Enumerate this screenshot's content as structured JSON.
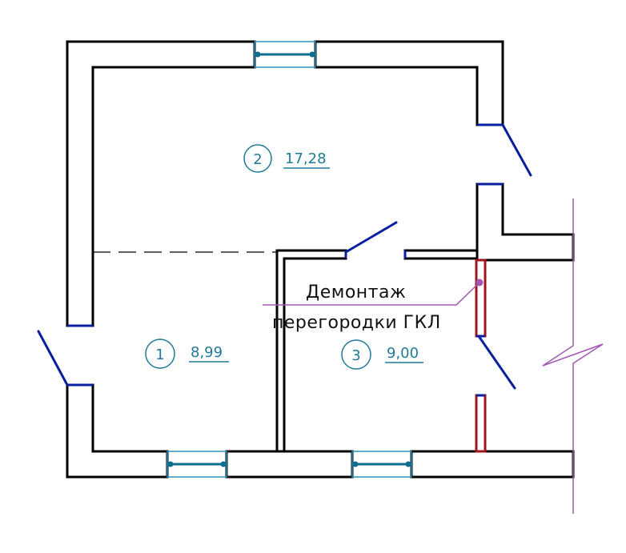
{
  "rooms": [
    {
      "number": "1",
      "area": "8,99"
    },
    {
      "number": "2",
      "area": "17,28"
    },
    {
      "number": "3",
      "area": "9,00"
    }
  ],
  "note": {
    "line1": "Демонтаж",
    "line2": "перегородки ГКЛ"
  },
  "colors": {
    "wall": "#000000",
    "wall_end": "#0a1fa0",
    "window": "#2b8fb5",
    "room_label": "#1f7a99",
    "demolition": "#a0151e",
    "leader": "#a356b5"
  }
}
